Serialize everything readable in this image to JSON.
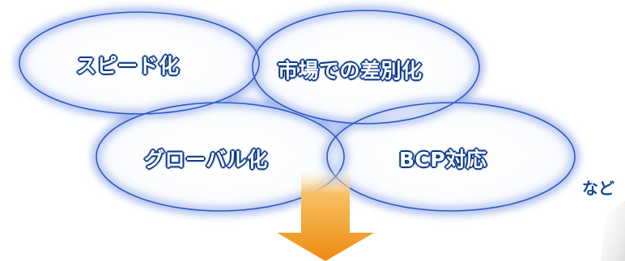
{
  "diagram": {
    "bubbles": [
      {
        "id": "speed",
        "label": "スピード化"
      },
      {
        "id": "market",
        "label": "市場での差別化"
      },
      {
        "id": "global",
        "label": "グローバル化"
      },
      {
        "id": "bcp",
        "label": "BCP対応"
      }
    ],
    "suffix_text": "など",
    "colors": {
      "label_fill": "#ffffff",
      "label_outline": "#0c3a8c",
      "ellipse_stroke": "#2f5ac4",
      "ellipse_glow": "#9fb4ea",
      "arrow_top": "#f7c063",
      "arrow_bottom": "#ee8a10",
      "suffix_text": "#14479a"
    },
    "icons": [
      "down-arrow-icon"
    ]
  }
}
